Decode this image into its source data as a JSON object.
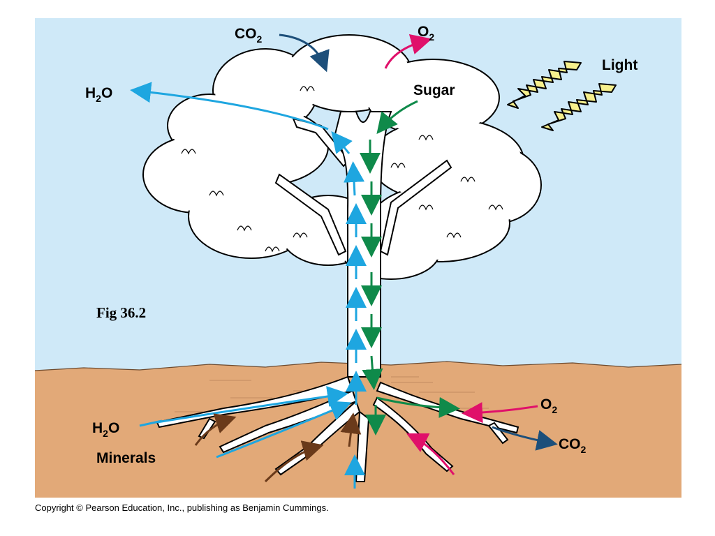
{
  "figure": {
    "caption": "Fig 36.2",
    "copyright": "Copyright © Pearson Education, Inc., publishing as Benjamin Cummings."
  },
  "labels": {
    "co2_top": {
      "main": "CO",
      "sub": "2"
    },
    "o2_top": {
      "main": "O",
      "sub": "2"
    },
    "light": "Light",
    "sugar": "Sugar",
    "h2o_top": {
      "pre": "H",
      "sub": "2",
      "post": "O"
    },
    "h2o_bottom": {
      "pre": "H",
      "sub": "2",
      "post": "O"
    },
    "minerals": "Minerals",
    "o2_bottom": {
      "main": "O",
      "sub": "2"
    },
    "co2_bottom": {
      "main": "CO",
      "sub": "2"
    }
  },
  "colors": {
    "sky": "#cfe9f8",
    "soil": "#e2a978",
    "water_arrow": "#1ea6e0",
    "sugar_arrow": "#0f8a4a",
    "oxygen_arrow": "#e0106a",
    "co2_arrow": "#1d4f7a",
    "mineral_arrow": "#6a3a1a",
    "light_bolt": "#f7f08c"
  }
}
